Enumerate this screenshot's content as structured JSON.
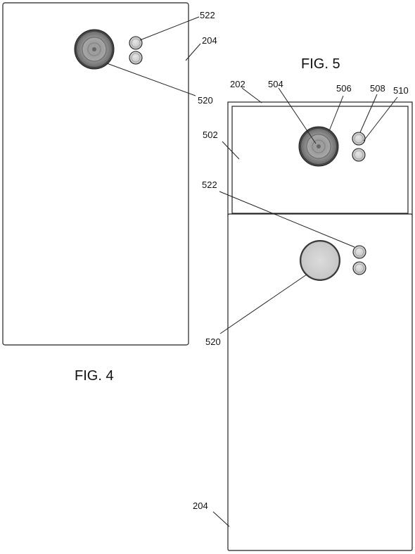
{
  "figures": {
    "fig4": {
      "caption": "FIG. 4"
    },
    "fig5": {
      "caption": "FIG. 5"
    }
  },
  "labels": {
    "fig4_522": "522",
    "fig4_204": "204",
    "fig4_520": "520",
    "fig5_202": "202",
    "fig5_504": "504",
    "fig5_506": "506",
    "fig5_508": "508",
    "fig5_510": "510",
    "fig5_502": "502",
    "fig5_522": "522",
    "fig5_520": "520",
    "fig5_204": "204"
  }
}
